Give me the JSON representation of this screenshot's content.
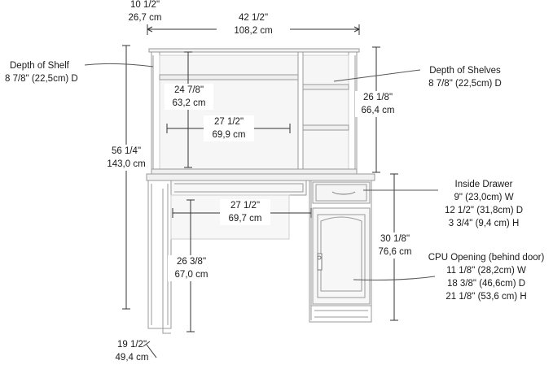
{
  "desk_depth_top": {
    "imperial": "10 1/2\"",
    "metric": "26,7 cm"
  },
  "overall_width": {
    "imperial": "42 1/2\"",
    "metric": "108,2 cm"
  },
  "shelf_depth": {
    "title": "Depth of Shelf",
    "value": "8 7/8\" (22,5cm) D"
  },
  "shelves_depth": {
    "title": "Depth of Shelves",
    "value": "8 7/8\" (22,5cm) D"
  },
  "hutch_inner_height": {
    "imperial": "24 7/8\"",
    "metric": "63,2 cm"
  },
  "hutch_inner_width": {
    "imperial": "27 1/2\"",
    "metric": "69,9 cm"
  },
  "hutch_height": {
    "imperial": "26 1/8\"",
    "metric": "66,4 cm"
  },
  "overall_height": {
    "imperial": "56 1/4\"",
    "metric": "143,0 cm"
  },
  "inside_drawer": {
    "title": "Inside Drawer",
    "w": "9\" (23,0cm) W",
    "d": "12 1/2\" (31,8cm) D",
    "h": "3 3/4\" (9,4 cm) H"
  },
  "knee_width": {
    "imperial": "27 1/2\"",
    "metric": "69,7 cm"
  },
  "desk_height": {
    "imperial": "30 1/8\"",
    "metric": "76,6 cm"
  },
  "knee_height": {
    "imperial": "26 3/8\"",
    "metric": "67,0 cm"
  },
  "cpu_opening": {
    "title": "CPU Opening (behind door)",
    "w": "11 1/8\" (28,2cm) W",
    "d": "18 3/8\" (46,6cm) D",
    "h": "21 1/8\" (53,6 cm) H"
  },
  "desk_depth": {
    "imperial": "19 1/2\"",
    "metric": "49,4 cm"
  }
}
